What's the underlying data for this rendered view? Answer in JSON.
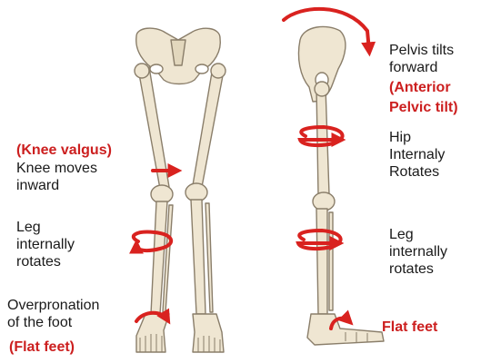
{
  "colors": {
    "bone": "#efe6d2",
    "bone_outline": "#8a7e6a",
    "arrow": "#d9221f",
    "text": "#1a1a1a",
    "accent_text": "#cc1f1f"
  },
  "front_view": {
    "knee_valgus": {
      "tag": "(Knee valgus)",
      "desc": "Knee moves\ninward"
    },
    "leg_rotation": {
      "desc": "Leg\ninternally\nrotates"
    },
    "foot": {
      "desc": "Overpronation\nof the foot",
      "tag": "(Flat feet)"
    }
  },
  "side_view": {
    "pelvis": {
      "desc": "Pelvis tilts\nforward",
      "tag": "(Anterior\nPelvic tilt)"
    },
    "hip": {
      "desc": "Hip\nInternaly\nRotates"
    },
    "leg": {
      "desc": "Leg\ninternally\nrotates"
    },
    "foot": {
      "tag": "Flat feet"
    }
  }
}
